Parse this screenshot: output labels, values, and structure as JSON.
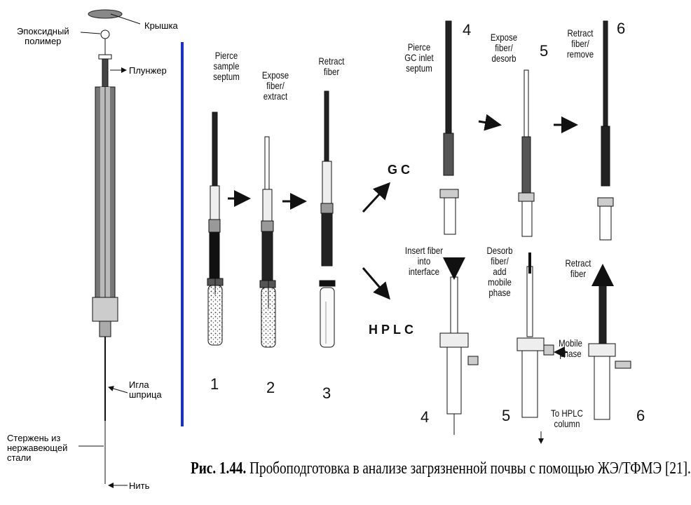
{
  "syringe_labels": {
    "cap": "Крышка",
    "epoxy": "Эпоксидный\nполимер",
    "plunger": "Плунжер",
    "needle": "Игла\nшприца",
    "rod": "Стержень из\nнержавеющей\nстали",
    "fiber": "Нить"
  },
  "steps": {
    "s1": "Pierce\nsample\nseptum",
    "s2": "Expose\nfiber/\nextract",
    "s3": "Retract\nfiber",
    "gc4": "Pierce\nGC inlet\nseptum",
    "gc5": "Expose\nfiber/\ndesorb",
    "gc6": "Retract\nfiber/\nremove",
    "hplc4": "Insert fiber\ninto\ninterface",
    "hplc5": "Desorb\nfiber/\nadd\nmobile\nphase",
    "hplc6": "Retract\nfiber"
  },
  "numbers": {
    "n1": "1",
    "n2": "2",
    "n3": "3",
    "gc4": "4",
    "gc5": "5",
    "gc6": "6",
    "h4": "4",
    "h5": "5",
    "h6": "6"
  },
  "routes": {
    "gc": "GC",
    "hplc": "HPLC"
  },
  "annotations": {
    "mobile_phase": "Mobile\nphase",
    "to_column": "To HPLC\ncolumn"
  },
  "caption": {
    "label": "Рис. 1.44.",
    "text": "Пробоподготовка в анализе загрязненной почвы с помощью ЖЭ/ТФМЭ [21]."
  },
  "colors": {
    "divider": "#1a2fd0",
    "ink": "#111111"
  }
}
